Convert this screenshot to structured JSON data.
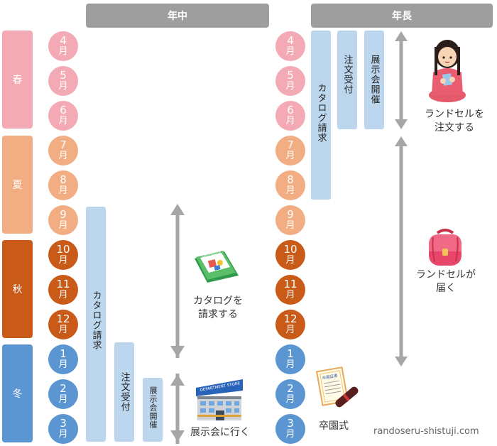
{
  "headers": {
    "nenchu": "年中",
    "nencho": "年長"
  },
  "seasons": [
    {
      "label": "春",
      "color": "#f3aab4"
    },
    {
      "label": "夏",
      "color": "#f2ad82"
    },
    {
      "label": "秋",
      "color": "#c95a18"
    },
    {
      "label": "冬",
      "color": "#5b95d2"
    }
  ],
  "months": [
    {
      "num": "4",
      "unit": "月",
      "color": "#f3aab4"
    },
    {
      "num": "5",
      "unit": "月",
      "color": "#f3aab4"
    },
    {
      "num": "6",
      "unit": "月",
      "color": "#f3aab4"
    },
    {
      "num": "7",
      "unit": "月",
      "color": "#f2ad82"
    },
    {
      "num": "8",
      "unit": "月",
      "color": "#f2ad82"
    },
    {
      "num": "9",
      "unit": "月",
      "color": "#f2ad82"
    },
    {
      "num": "10",
      "unit": "月",
      "color": "#c95a18"
    },
    {
      "num": "11",
      "unit": "月",
      "color": "#c95a18"
    },
    {
      "num": "12",
      "unit": "月",
      "color": "#c95a18"
    },
    {
      "num": "1",
      "unit": "月",
      "color": "#5b95d2"
    },
    {
      "num": "2",
      "unit": "月",
      "color": "#5b95d2"
    },
    {
      "num": "3",
      "unit": "月",
      "color": "#5b95d2"
    }
  ],
  "bars": {
    "catalog": "カタログ請求",
    "order": "注文受付",
    "exhibition": "展示会開催"
  },
  "labels": {
    "request_catalog": [
      "カタログを",
      "請求する"
    ],
    "go_exhibition": "展示会に行く",
    "order_randoseru": [
      "ランドセルを",
      "注文する"
    ],
    "arrives": [
      "ランドセルが",
      "届く"
    ],
    "graduation": "卒園式",
    "catalog_book": "CATALOG",
    "store_sign": "DEPARTMENT STORE",
    "certificate": "卒園証書"
  },
  "watermark": "randoseru-shistuji.com",
  "colors": {
    "header": "#9e9e9e",
    "bar": "#bcd6ee",
    "arrow": "#a6a6a6"
  }
}
